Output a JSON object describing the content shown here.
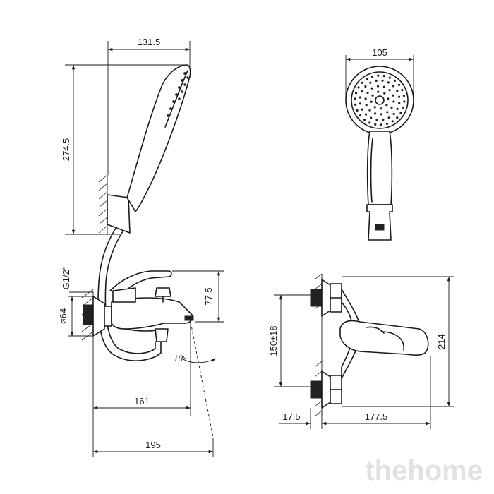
{
  "dimensions": {
    "shower_head_length": "131.5",
    "handset_height": "274.5",
    "head_diameter": "105",
    "thread": "G1/2\"",
    "flange_diameter": "ø64",
    "spout_height": "77.5",
    "angle": "10°",
    "spout_reach": "161",
    "overall_reach": "195",
    "centers": "150±18",
    "mixer_height": "214",
    "wall_offset": "17.5",
    "front_depth": "177.5"
  },
  "watermark": "thehome",
  "colors": {
    "line": "#1a1a1a",
    "watermark": "#e2e2e2"
  }
}
